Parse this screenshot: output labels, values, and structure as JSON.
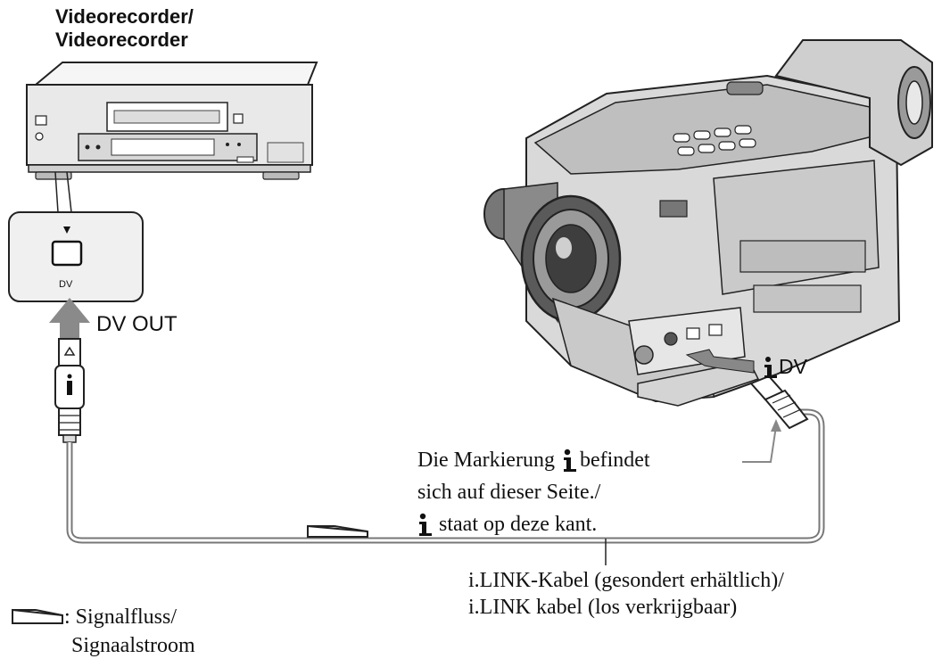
{
  "vcr_label": [
    "Videorecorder/",
    "Videorecorder"
  ],
  "dv_port_label": "DV",
  "dv_out_label": "DV OUT",
  "camera_dv_label": "DV",
  "mark_note": [
    "Die Markierung",
    "befindet",
    "sich auf dieser Seite./",
    "staat op deze kant."
  ],
  "cable_label": [
    "i.LINK-Kabel (gesondert erhältlich)/",
    "i.LINK kabel (los verkrijgbaar)"
  ],
  "legend": [
    ":",
    "Signalfluss/",
    "Signaalstroom"
  ],
  "icons": [
    "i-link-icon",
    "signal-flow-arrow-icon",
    "dv-port-icon",
    "dv-connector-icon"
  ],
  "colors": {
    "ink": "#111111",
    "gray": "#888888",
    "cable": "#777777",
    "panel": "#f0f0f0"
  }
}
